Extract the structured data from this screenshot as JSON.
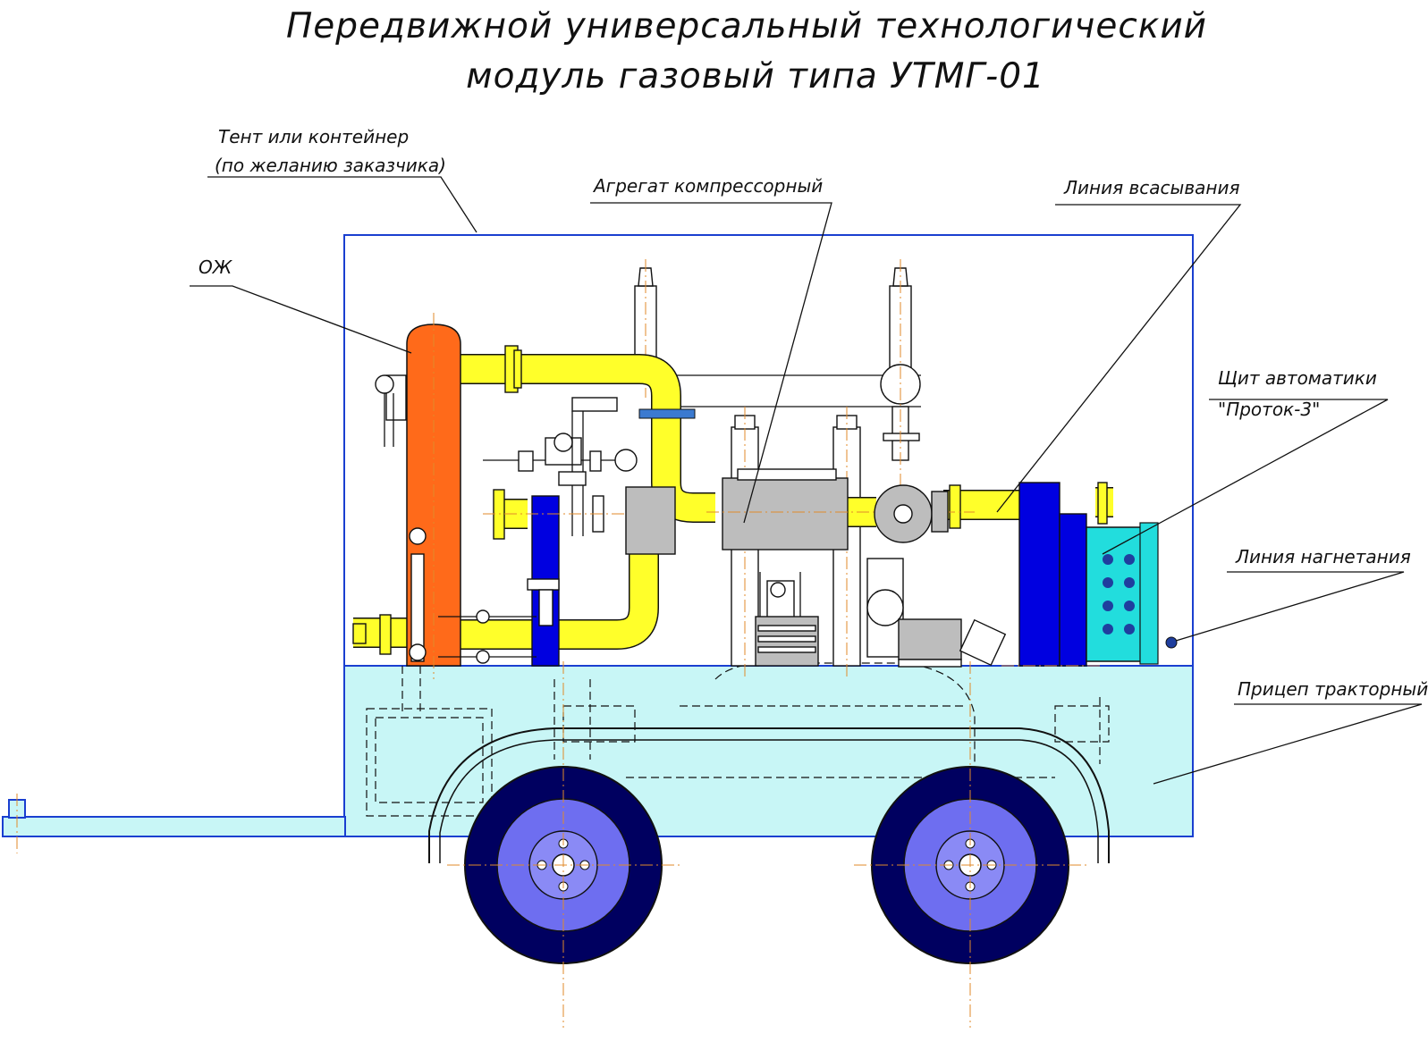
{
  "title": {
    "line1": "Передвижной универсальный технологический",
    "line2": "модуль газовый типа УТМГ-01"
  },
  "labels": {
    "tent_line1": "Тент или контейнер",
    "tent_line2": "(по желанию заказчика)",
    "compressor": "Агрегат компрессорный",
    "suction": "Линия всасывания",
    "cooler": "ОЖ",
    "panel_line1": "Щит автоматики",
    "panel_line2": "\"Проток-3\"",
    "discharge": "Линия нагнетания",
    "trailer": "Прицеп тракторный"
  },
  "colors": {
    "cooler": "#ff6a1a",
    "pipes": "#ffff2a",
    "trailer": "#c8f6f6",
    "tires": "#000060",
    "rims": "#6e6ef0",
    "panel": "#22dddd",
    "blue_parts": "#0000e0",
    "centerlines": "#e08a2a"
  }
}
